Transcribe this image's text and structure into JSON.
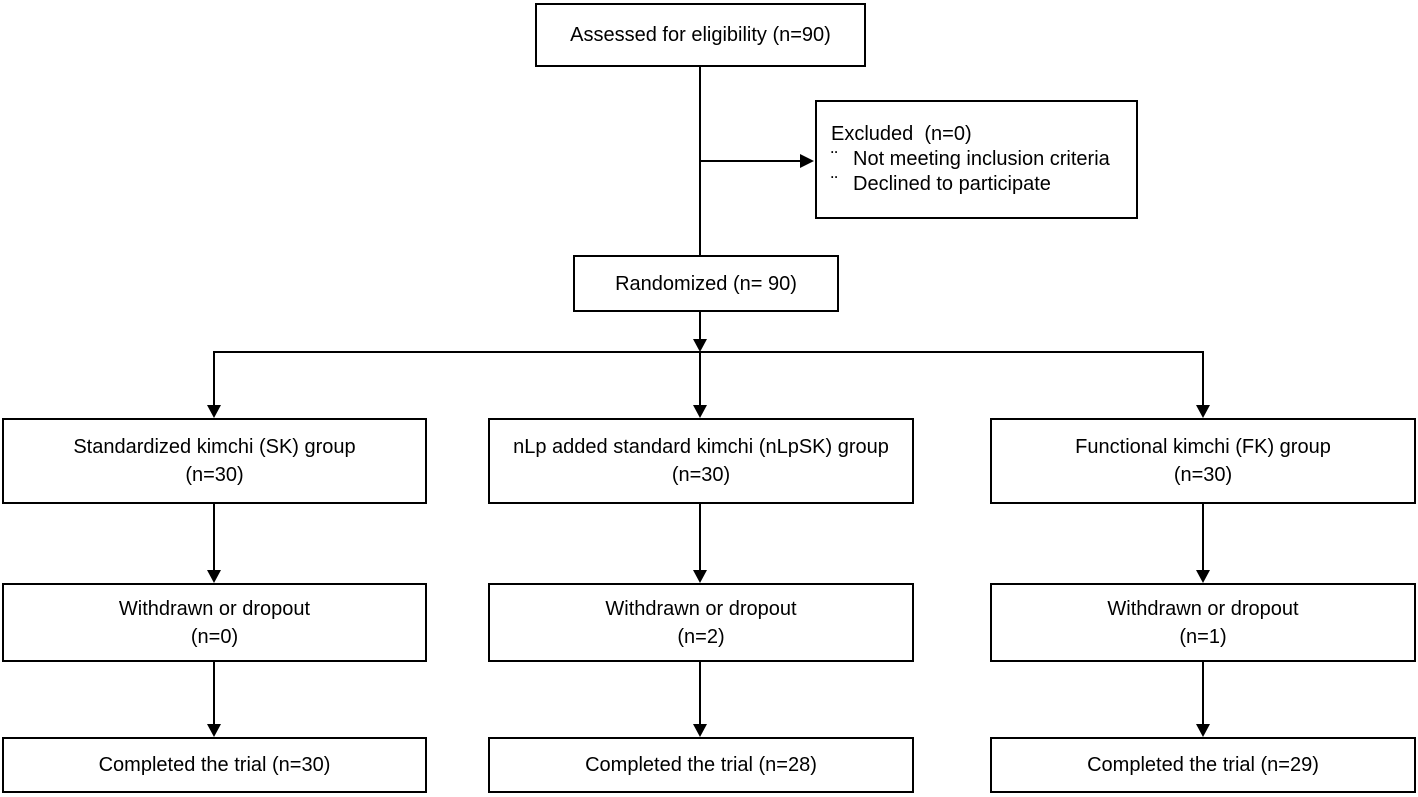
{
  "diagram": {
    "assessed": {
      "label": "Assessed for eligibility (n=90)"
    },
    "excluded": {
      "title": "Excluded  (n=0)",
      "bullet": "¨",
      "items": [
        "Not meeting inclusion criteria",
        "Declined to participate"
      ]
    },
    "randomized": {
      "label": "Randomized (n= 90)"
    },
    "groups": [
      {
        "name": "Standardized kimchi (SK) group",
        "n": "(n=30)"
      },
      {
        "name": "nLp added standard kimchi (nLpSK) group",
        "n": "(n=30)"
      },
      {
        "name": "Functional kimchi (FK) group",
        "n": "(n=30)"
      }
    ],
    "withdrawn": [
      {
        "name": "Withdrawn or dropout",
        "n": "(n=0)"
      },
      {
        "name": "Withdrawn or dropout",
        "n": "(n=2)"
      },
      {
        "name": "Withdrawn or dropout",
        "n": "(n=1)"
      }
    ],
    "completed": [
      {
        "label": "Completed the trial (n=30)"
      },
      {
        "label": "Completed the trial (n=28)"
      },
      {
        "label": "Completed the trial (n=29)"
      }
    ],
    "colors": {
      "line": "#000000",
      "box_border": "#000000",
      "background": "#ffffff",
      "text": "#000000"
    }
  }
}
